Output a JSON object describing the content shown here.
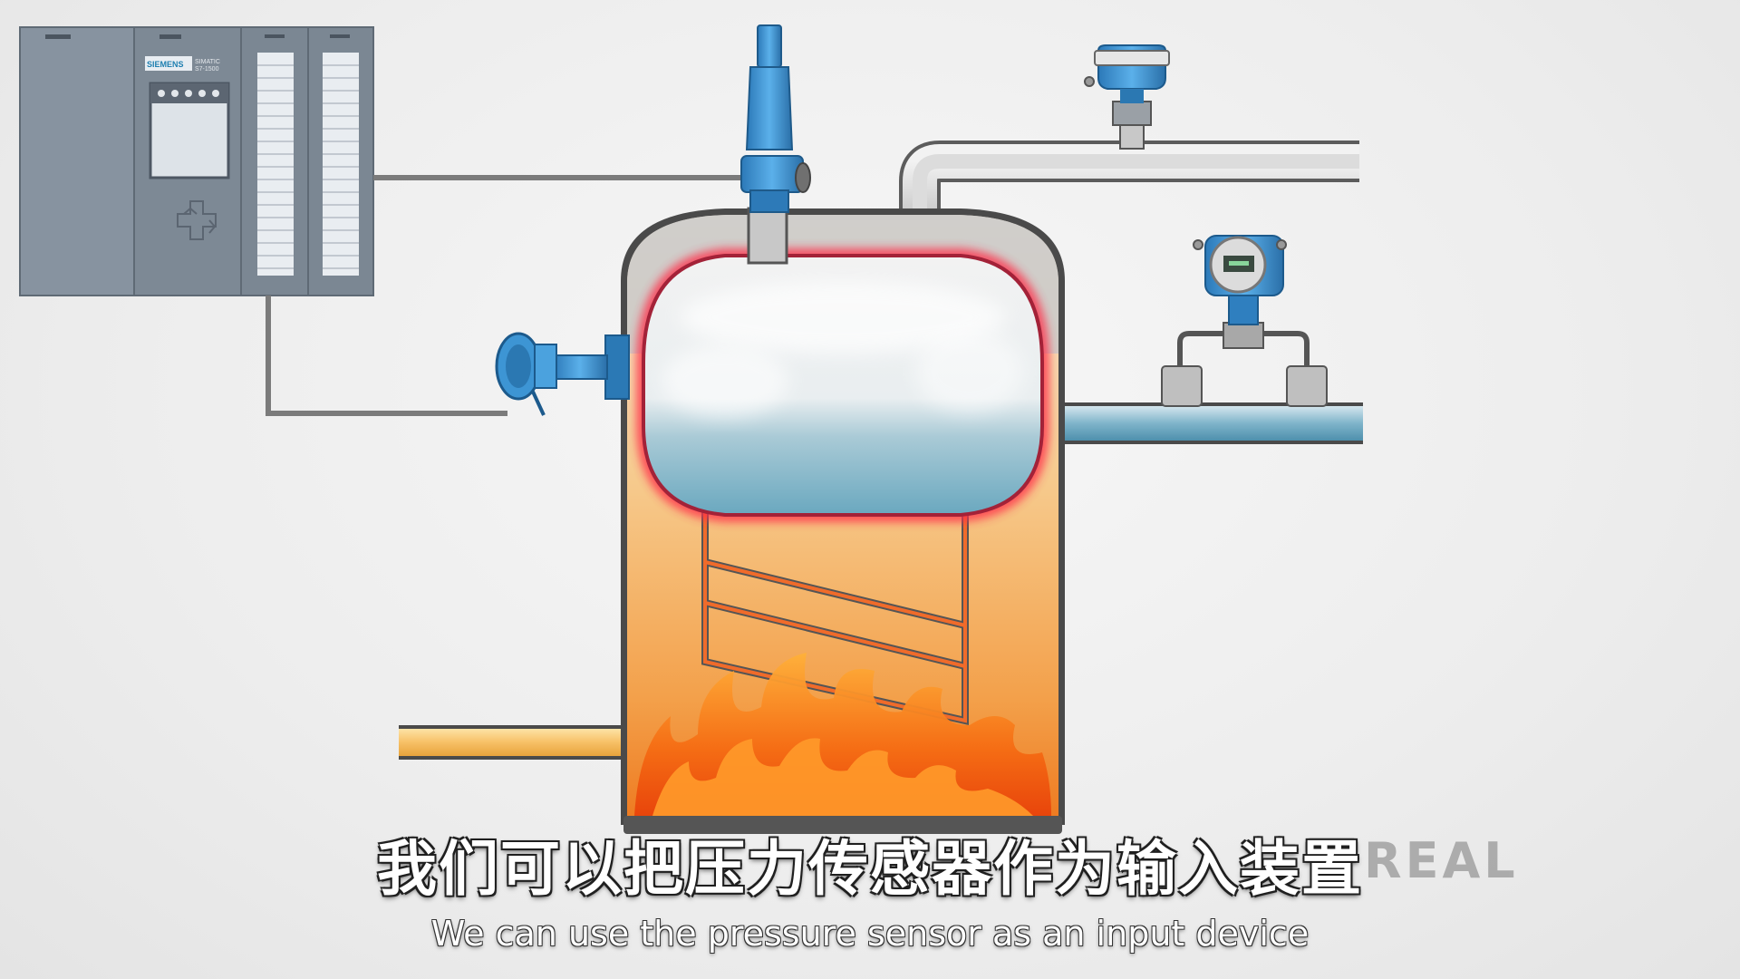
{
  "subtitles": {
    "chinese": "我们可以把压力传感器作为输入装置",
    "english": "We can use the pressure sensor as an input device"
  },
  "plc": {
    "brand_label": "SIEMENS",
    "model_label": "SIMATIC S7-1500"
  },
  "watermark_text": "REAL",
  "colors": {
    "background": "#ededed",
    "plc_body": "#7d8995",
    "pipe_gray": "#c9c9c9",
    "sensor_blue": "#3a8fd0",
    "fire_orange": "#f06a10",
    "steam_glow": "#ff3b4a",
    "water": "#6aa8bf"
  },
  "icons": [
    "plc-controller",
    "safety-valve",
    "level-sensor",
    "pressure-sensor",
    "differential-pressure-transmitter",
    "flame"
  ]
}
